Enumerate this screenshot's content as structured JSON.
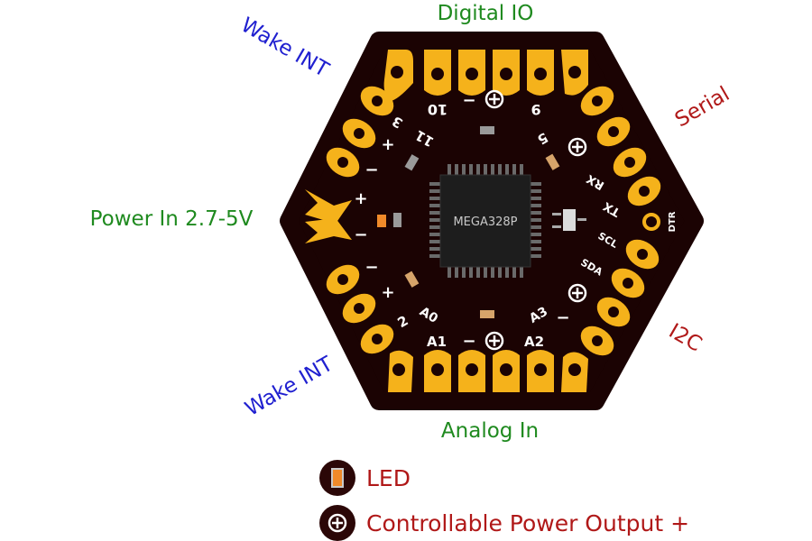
{
  "board": {
    "chip_label": "MEGA328P",
    "colors": {
      "pcb": "#1b0303",
      "pad": "#f5b21b",
      "silk": "#ffffff",
      "chip": "#1d1d1d"
    }
  },
  "group_labels": {
    "digital_io": "Digital IO",
    "serial": "Serial",
    "i2c": "I2C",
    "analog_in": "Analog In",
    "wake_int_top": "Wake INT",
    "wake_int_bottom": "Wake INT",
    "power_in": "Power In 2.7-5V"
  },
  "pin_labels": {
    "p10": "10",
    "p9": "9",
    "p11": "11",
    "p5": "5",
    "p3": "3",
    "p2": "2",
    "rx": "RX",
    "tx": "TX",
    "dtr": "DTR",
    "scl": "SCL",
    "sda": "SDA",
    "a0": "A0",
    "a1": "A1",
    "a2": "A2",
    "a3": "A3",
    "plus": "+",
    "minus": "−"
  },
  "legend": {
    "led": {
      "label": "LED",
      "icon": "led-icon"
    },
    "power": {
      "label": "Controllable Power Output +",
      "icon": "circled-plus-icon"
    }
  }
}
